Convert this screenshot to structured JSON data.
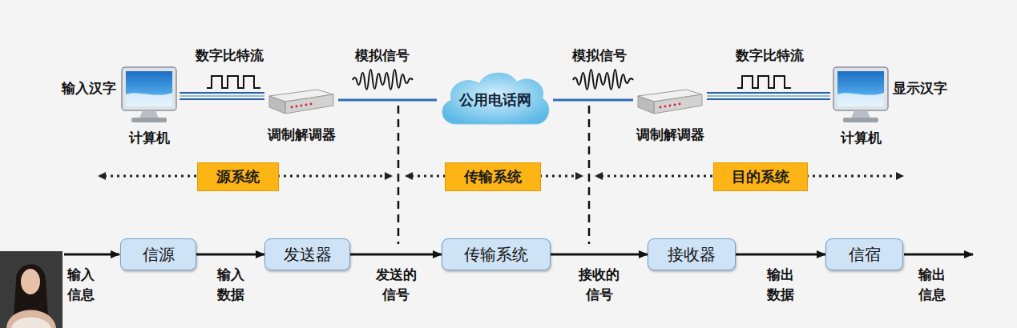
{
  "diagram": {
    "nodes": [
      {
        "text": [
          "计算机"
        ]
      },
      {
        "text": [
          "调制解调器"
        ]
      },
      {
        "text": [
          "公用电话网"
        ]
      },
      {
        "text": [
          "调制解调器"
        ]
      },
      {
        "text": [
          "计算机"
        ]
      },
      {
        "text": [
          "源系统"
        ]
      },
      {
        "text": [
          "传输系统"
        ]
      },
      {
        "text": [
          "目的系统"
        ]
      },
      {
        "text": [
          "信源"
        ]
      },
      {
        "text": [
          "发送器"
        ]
      },
      {
        "text": [
          "传输系统"
        ]
      },
      {
        "text": [
          "接收器"
        ]
      },
      {
        "text": [
          "信宿"
        ]
      }
    ],
    "edges": [
      {
        "from": 0,
        "to": 1,
        "arrow": "none"
      },
      {
        "from": 1,
        "to": 2,
        "arrow": "none"
      },
      {
        "from": 2,
        "to": 3,
        "arrow": "none"
      },
      {
        "from": 3,
        "to": 4,
        "arrow": "none"
      },
      {
        "from": 8,
        "to": 9,
        "arrow": "to",
        "label": "输入数据"
      },
      {
        "from": 9,
        "to": 10,
        "arrow": "to",
        "label": "发送的信号"
      },
      {
        "from": 10,
        "to": 11,
        "arrow": "to",
        "label": "接收的信号"
      },
      {
        "from": 11,
        "to": 12,
        "arrow": "to",
        "label": "输出数据"
      }
    ],
    "labels": [
      "输入汉字",
      "数字比特流",
      "模拟信号",
      "模拟信号",
      "数字比特流",
      "显示汉字",
      "输入信息",
      "输出信息"
    ]
  }
}
